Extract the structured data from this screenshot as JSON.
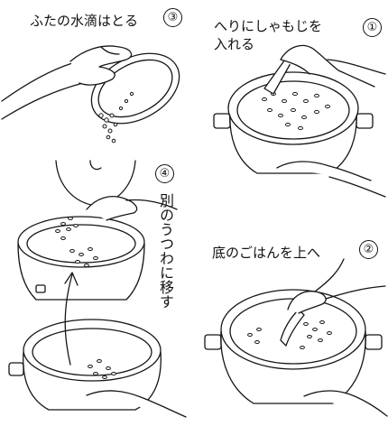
{
  "steps": [
    {
      "number": "③",
      "caption": "ふたの水滴はとる"
    },
    {
      "number": "①",
      "caption_line1": "へりにしゃもじを",
      "caption_line2": "入れる"
    },
    {
      "number": "④",
      "caption": "別のうつわに移す"
    },
    {
      "number": "②",
      "caption": "底のごはんを上へ"
    }
  ]
}
